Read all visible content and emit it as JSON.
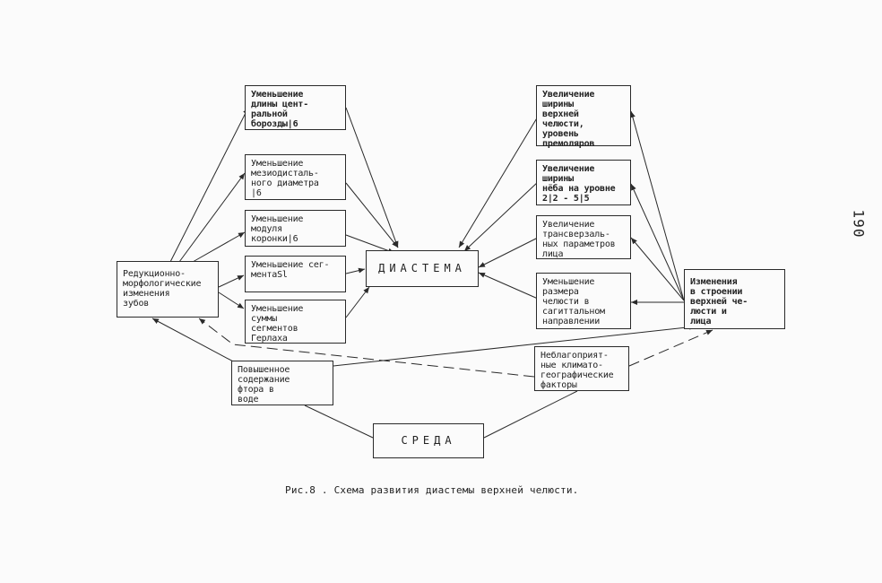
{
  "page_number": "190",
  "caption": "Рис.8 . Схема развития диастемы верхней челюсти.",
  "nodes": {
    "b1": "Уменьшение\nдлины цент-\nральной\nборозды|6",
    "b2": "Уменьшение\nмезиодисталь-\nного диаметра\n|6",
    "b3": "Уменьшение\nмодуля\nкоронки|6",
    "b4": "Уменьшение сег-\nментаSl",
    "b5": "Уменьшение\nсуммы\nсегментов\nГерлаха",
    "red": "Редукционно-\nморфологические\nизменения\nзубов",
    "diastema": "ДИАСТЕМА",
    "r1": "Увеличение\nширины\nверхней\nчелюсти,\nуровень\nпремоляров",
    "r2": "Увеличение\nширины\nнёба на уровне\n2|2 - 5|5",
    "r3": "Увеличение\nтрансверзаль-\nных параметров\nлица",
    "r4": "Уменьшение\nразмера\nчелюсти в\nсагиттальном\nнаправлении",
    "jaw": "Изменения\nв строении\nверхней че-\nлюсти и\nлица",
    "fluor": "Повышенное\nсодержание\nфтора в\nводе",
    "climate": "Неблагоприят-\nные климато-\nгеографические\nфакторы",
    "sreda": "СРЕДА"
  }
}
